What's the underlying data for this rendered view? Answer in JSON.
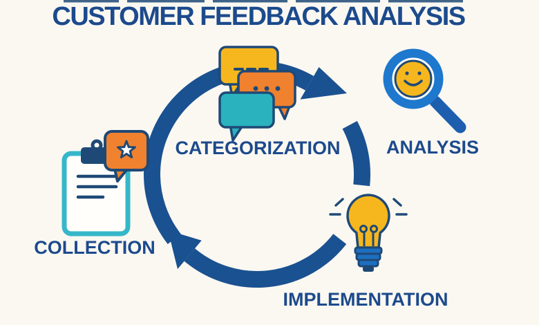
{
  "title": {
    "text": "CUSTOMER FEEDBACK ANALYSIS"
  },
  "colors": {
    "bg": "#fbf8f2",
    "text-navy": "#1c4a8c",
    "outline-navy": "#1e4976",
    "arc-blue": "#1a5191",
    "ring-blue": "#1e78cd",
    "handle-blue": "#1d5fae",
    "base-blue": "#1d6fc0",
    "yellow": "#f6b71e",
    "orange": "#f0812e",
    "teal": "#2ab2bf",
    "board-teal": "#36b7c9",
    "white": "#fffefb"
  },
  "cycle": {
    "direction": "clockwise",
    "arrow_count": 2
  },
  "stages": [
    {
      "id": "collection",
      "label": "COLLECTION",
      "icon": "clipboard-with-star-bubble-icon",
      "position": "left"
    },
    {
      "id": "categorization",
      "label": "CATEGORIZATION",
      "icon": "speech-bubbles-icon",
      "position": "top"
    },
    {
      "id": "analysis",
      "label": "ANALYSIS",
      "icon": "magnifier-smiley-icon",
      "position": "right"
    },
    {
      "id": "implementation",
      "label": "IMPLEMENTATION",
      "icon": "lightbulb-icon",
      "position": "bottom"
    }
  ]
}
